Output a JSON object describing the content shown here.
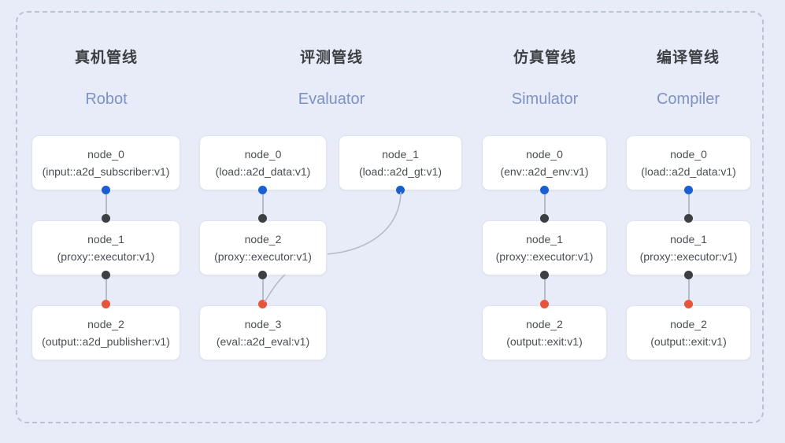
{
  "frame": {
    "border_color": "#b9c2d4",
    "background": "#e8ecf8"
  },
  "colors": {
    "input_dot": "#1a5fd0",
    "middle_dot": "#3c4043",
    "output_dot": "#e8543a",
    "edge": "#b5bbc9",
    "header_cn": "#3c4043",
    "header_en": "#7e91c6",
    "node_bg": "#ffffff",
    "node_border": "#dfe3ee"
  },
  "columns": [
    {
      "cn": "真机管线",
      "en": "Robot",
      "nodes": [
        {
          "title": "node_0",
          "sub": "(input::a2d_subscriber:v1)"
        },
        {
          "title": "node_1",
          "sub": "(proxy::executor:v1)"
        },
        {
          "title": "node_2",
          "sub": "(output::a2d_publisher:v1)"
        }
      ]
    },
    {
      "cn": "评测管线",
      "en": "Evaluator",
      "nodes": [
        {
          "title": "node_0",
          "sub": "(load::a2d_data:v1)"
        },
        {
          "title": "node_2",
          "sub": "(proxy::executor:v1)"
        },
        {
          "title": "node_3",
          "sub": "(eval::a2d_eval:v1)"
        }
      ],
      "side_node": {
        "title": "node_1",
        "sub": "(load::a2d_gt:v1)"
      }
    },
    {
      "cn": "仿真管线",
      "en": "Simulator",
      "nodes": [
        {
          "title": "node_0",
          "sub": "(env::a2d_env:v1)"
        },
        {
          "title": "node_1",
          "sub": "(proxy::executor:v1)"
        },
        {
          "title": "node_2",
          "sub": "(output::exit:v1)"
        }
      ]
    },
    {
      "cn": "编译管线",
      "en": "Compiler",
      "nodes": [
        {
          "title": "node_0",
          "sub": "(load::a2d_data:v1)"
        },
        {
          "title": "node_1",
          "sub": "(proxy::executor:v1)"
        },
        {
          "title": "node_2",
          "sub": "(output::exit:v1)"
        }
      ]
    }
  ]
}
